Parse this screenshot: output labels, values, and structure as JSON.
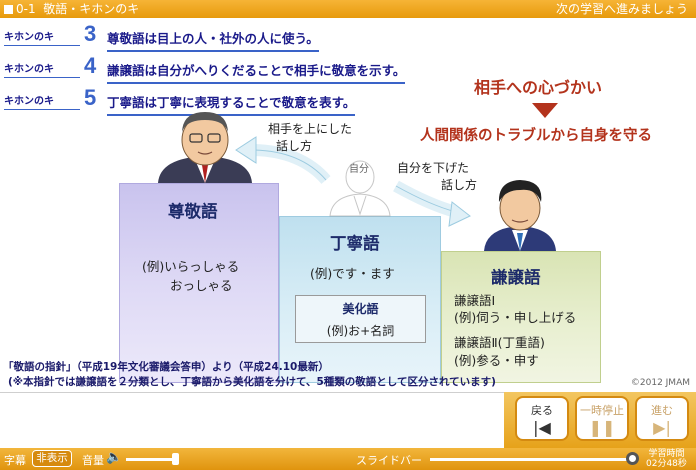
{
  "topbar": {
    "lesson": "0-1",
    "title": "敬語・キホンのキ",
    "next": "次の学習へ進みましょう"
  },
  "basics": [
    {
      "tag": "キホンのキ",
      "num": "3",
      "text": "尊敬語は目上の人・社外の人に使う。"
    },
    {
      "tag": "キホンのキ",
      "num": "4",
      "text": "謙譲語は自分がへりくだることで相手に敬意を示す。"
    },
    {
      "tag": "キホンのキ",
      "num": "5",
      "text": "丁寧語は丁寧に表現することで敬意を表す。"
    }
  ],
  "consideration": "相手への心づかい",
  "protect": "人間関係のトラブルから自身を守る",
  "arrows": {
    "up_label_1": "相手を上にした",
    "up_label_2": "話し方",
    "down_label_1": "自分を下げた",
    "down_label_2": "話し方"
  },
  "jibun": "自分",
  "columns": {
    "sonkei": {
      "title": "尊敬語",
      "ex1": "(例)いらっしゃる",
      "ex2": "おっしゃる"
    },
    "teinei": {
      "title": "丁寧語",
      "ex1": "(例)です・ます"
    },
    "bika": {
      "title": "美化語",
      "ex1": "(例)お+名詞"
    },
    "kenjo": {
      "title": "謙譲語",
      "ex1": "謙譲語Ⅰ",
      "ex2": "(例)伺う・申し上げる",
      "ex3": "謙譲語Ⅱ(丁重語)",
      "ex4": "(例)参る・申す"
    }
  },
  "source": {
    "line1": "「敬語の指針」（平成19年文化審議会答申）より（平成24.10最新）",
    "line2": "(※本指針では謙譲語を２分類とし、丁寧語から美化語を分けて、5種類の敬語として区分されています)"
  },
  "copyright": "©2012 JMAM",
  "nav": {
    "back": "戻る",
    "pause": "一時停止",
    "forward": "進む"
  },
  "controls": {
    "caption_label": "字幕",
    "caption_toggle": "非表示",
    "volume_label": "音量",
    "slider_label": "スライドバー",
    "time_label": "学習時間",
    "time_value": "02分48秒",
    "volume_level": 1.0,
    "slide_position": 1.0
  },
  "colors": {
    "accent_orange": "#e79a0c",
    "heading_navy": "#1a1a8a",
    "highlight_red": "#b3331c"
  }
}
